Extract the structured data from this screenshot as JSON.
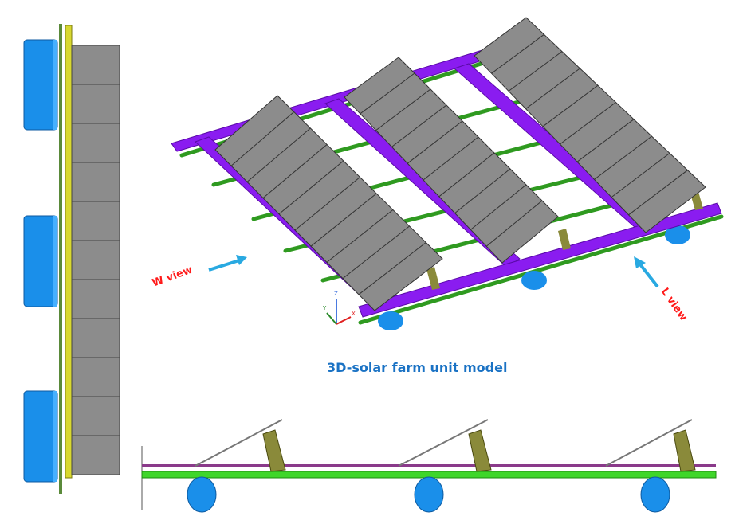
{
  "labels": {
    "w_view": "W view",
    "l_view": "L view",
    "title": "3D-solar farm unit model"
  },
  "axes": {
    "x": "X",
    "y": "Y",
    "z": "Z"
  },
  "colors": {
    "panel": "#8c8c8c",
    "frame": "#8a1cf0",
    "rail": "#3fbf2a",
    "float": "#1a8fea",
    "support": "#8a8a3a",
    "arrow": "#29a9e1",
    "view_label": "#ff1a1a",
    "title": "#1a72c4"
  }
}
